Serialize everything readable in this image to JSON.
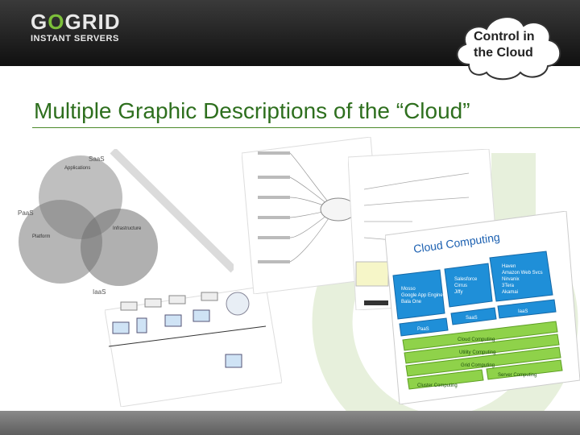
{
  "header": {
    "logo_text_prefix": "G",
    "logo_text_o": "O",
    "logo_text_suffix": "GRID",
    "logo_subtitle": "INSTANT SERVERS",
    "badge_line1": "Control in",
    "badge_line2": "the Cloud"
  },
  "slide": {
    "title": "Multiple Graphic Descriptions of the “Cloud”"
  },
  "figures": {
    "venn_labels": [
      "SaaS",
      "PaaS",
      "IaaS",
      "Applications",
      "Platform",
      "Infrastructure"
    ],
    "cloud_computing": {
      "heading": "Cloud Computing",
      "col1": [
        "Mosso",
        "Google App Engine",
        "Bala One"
      ],
      "col2": [
        "Salesforce",
        "Cirrus",
        "Jiffy"
      ],
      "col3": [
        "Haven",
        "Amazon Web Svcs",
        "Nirvanix",
        "3Tera",
        "Akamai"
      ],
      "tiers": [
        "PaaS",
        "SaaS",
        "IaaS"
      ],
      "bands": [
        "Cloud Computing",
        "Utility Computing",
        "Grid Computing",
        "Server Computing",
        "Cluster Computing"
      ]
    }
  },
  "colors": {
    "title_green": "#2e6f1e",
    "logo_green": "#7cbf3a",
    "box_blue": "#1f8fd8",
    "band_green": "#8fd24a"
  }
}
